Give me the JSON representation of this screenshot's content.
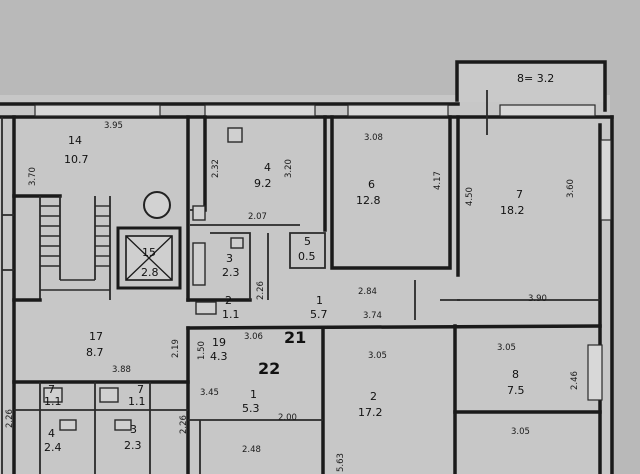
{
  "balcony": {
    "text": "8= 3.2"
  },
  "rooms": [
    {
      "id": "r14",
      "num": "14",
      "area": "10.7"
    },
    {
      "id": "r4",
      "num": "4",
      "area": "9.2"
    },
    {
      "id": "r6",
      "num": "6",
      "area": "12.8"
    },
    {
      "id": "r7",
      "num": "7",
      "area": "18.2"
    },
    {
      "id": "r15",
      "num": "15",
      "area": "2.8"
    },
    {
      "id": "r3a",
      "num": "3",
      "area": "2.3"
    },
    {
      "id": "r5",
      "num": "5",
      "area": "0.5"
    },
    {
      "id": "r2a",
      "num": "2",
      "area": "1.1"
    },
    {
      "id": "r1a",
      "num": "1",
      "area": "5.7"
    },
    {
      "id": "r17",
      "num": "17",
      "area": "8.7"
    },
    {
      "id": "r19",
      "num": "19",
      "area": "4.3"
    },
    {
      "id": "r2b",
      "num": "2",
      "area": "17.2"
    },
    {
      "id": "r8",
      "num": "8",
      "area": "7.5"
    },
    {
      "id": "r1b",
      "num": "1",
      "area": "5.3"
    },
    {
      "id": "r4b",
      "num": "4",
      "area": "2.4"
    },
    {
      "id": "r3b",
      "num": "3",
      "area": "2.3"
    },
    {
      "id": "r7a",
      "num": "7",
      "area": "1.1"
    },
    {
      "id": "r7b",
      "num": "7",
      "area": "1.1"
    }
  ],
  "dimensions": {
    "d395": "3.95",
    "d308": "3.08",
    "d370": "3.70",
    "d232": "2.32",
    "d320": "3.20",
    "d417": "4.17",
    "d450": "4.50",
    "d360": "3.60",
    "d207": "2.07",
    "d226": "2.26",
    "d284": "2.84",
    "d390": "3.90",
    "d374": "3.74",
    "d306": "3.06",
    "d305a": "3.05",
    "d305b": "3.05",
    "d305c": "3.05",
    "d219": "2.19",
    "d388": "3.88",
    "d345": "3.45",
    "d200": "2.00",
    "d248": "2.48",
    "d246": "2.46",
    "d226b": "2.26",
    "d226c": "2.26",
    "d150": "1.50",
    "d563": "5.63"
  },
  "flats": {
    "f21": "21",
    "f22": "22"
  }
}
